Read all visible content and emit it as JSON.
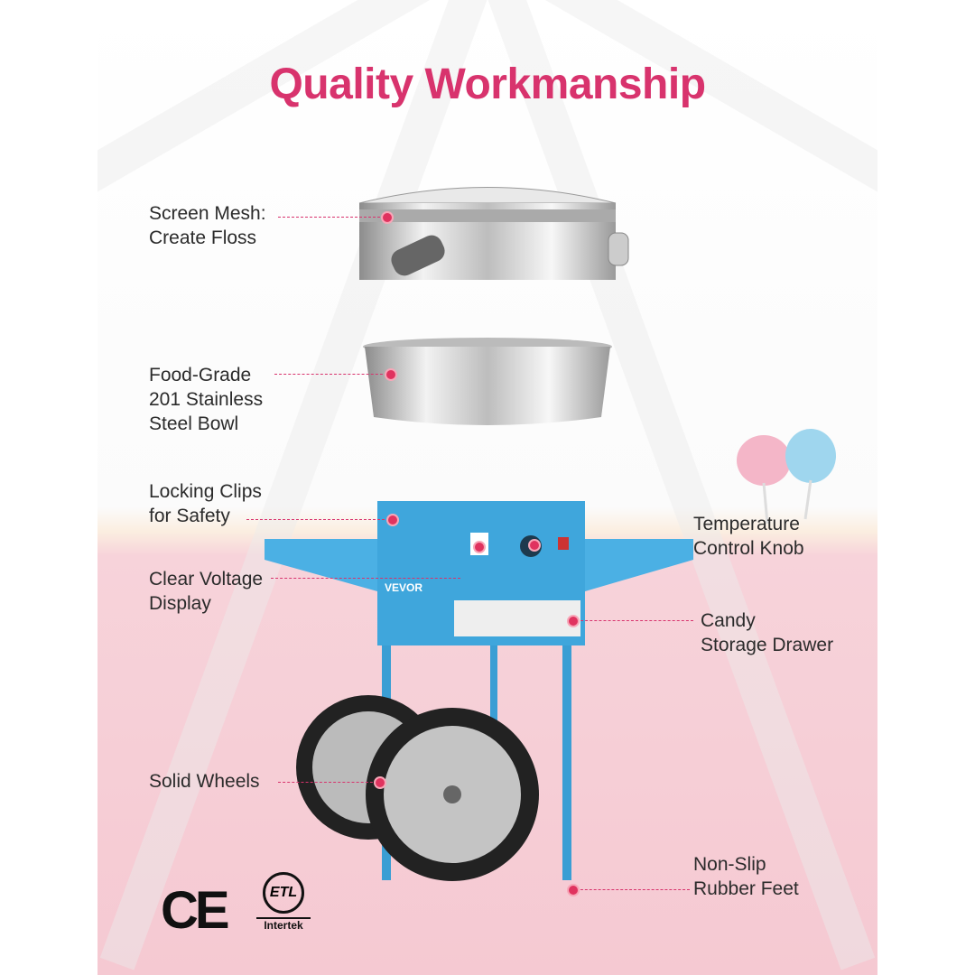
{
  "title": "Quality Workmanship",
  "callouts": {
    "screen_mesh": [
      "Screen Mesh:",
      "Create Floss"
    ],
    "bowl": [
      "Food-Grade",
      "201 Stainless",
      "Steel Bowl"
    ],
    "clips": [
      "Locking Clips",
      "for Safety"
    ],
    "voltage": [
      "Clear Voltage",
      "Display"
    ],
    "wheels": [
      "Solid Wheels"
    ],
    "knob": [
      "Temperature",
      "Control Knob"
    ],
    "drawer": [
      "Candy",
      "Storage Drawer"
    ],
    "feet": [
      "Non-Slip",
      "Rubber Feet"
    ]
  },
  "brand": "VEVOR",
  "certifications": {
    "ce": "CE",
    "etl": "ETL",
    "etl_sub": "Intertek"
  },
  "colors": {
    "accent": "#d8336d",
    "cart": "#3fa6dc",
    "pink_bg": "#f5c9d2"
  }
}
